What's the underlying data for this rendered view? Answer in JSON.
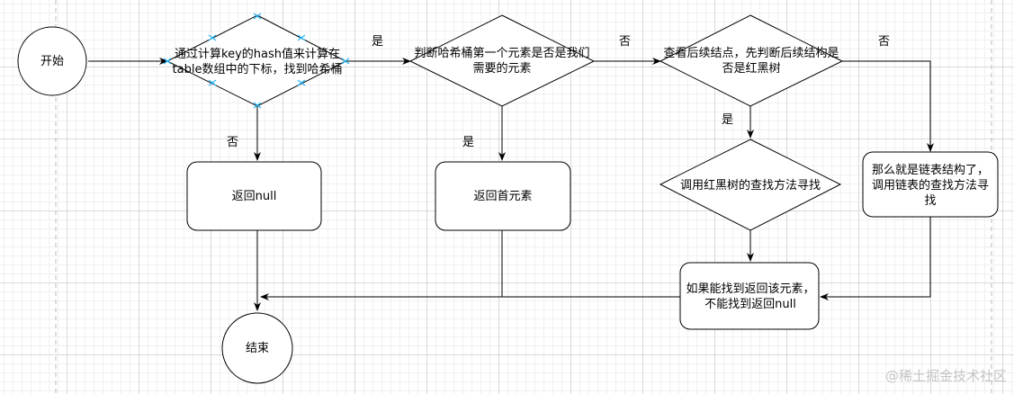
{
  "nodes": {
    "start": "开始",
    "compute_index": "通过计算key的hash值来计算在table数组中的下标，找到哈希桶",
    "check_first": "判断哈希桶第一个元素是否是我们需要的元素",
    "check_next": "查看后续结点，先判断后续结构是否是红黑树",
    "return_null": "返回null",
    "return_first": "返回首元素",
    "rbtree_search": "调用红黑树的查找方法寻找",
    "linked_list_search": "那么就是链表结构了，调用链表的查找方法寻找",
    "find_result": "如果能找到返回该元素，不能找到返回null",
    "end": "结束"
  },
  "edges": {
    "compute_to_first_yes": "是",
    "first_to_next_no": "否",
    "next_to_list_no": "否",
    "compute_to_null_no": "否",
    "first_to_return_yes": "是",
    "next_to_rbtree_yes": "是"
  },
  "watermark": "@稀土掘金技术社区"
}
